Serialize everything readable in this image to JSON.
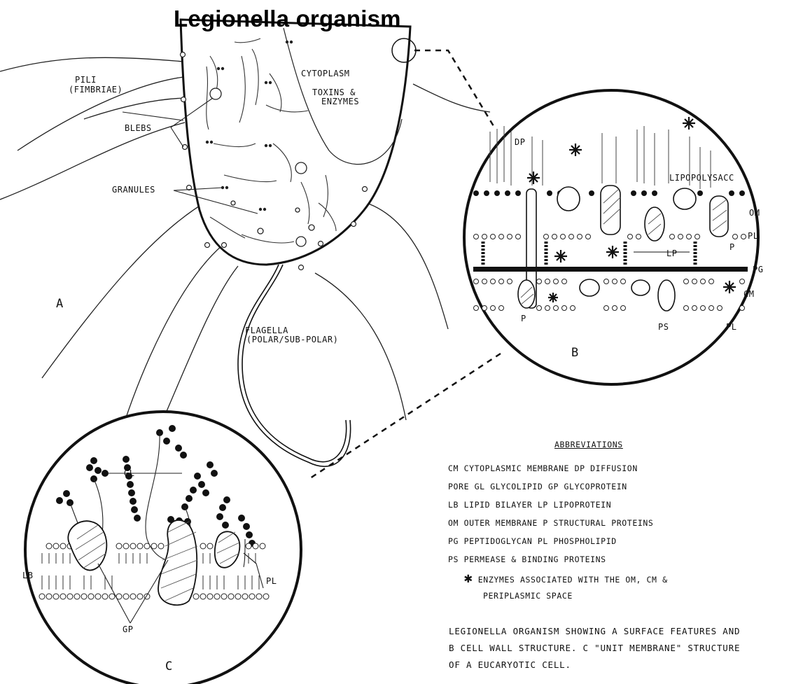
{
  "title": "Legionella organism",
  "labels": {
    "pili": "PILI",
    "fimbriae": "(FIMBRIAE)",
    "blebs": "BLEBS",
    "granules": "GRANULES",
    "cytoplasm": "CYTOPLASM",
    "toxins": "TOXINS &",
    "enzymes": "ENZYMES",
    "flagella": "FLAGELLA",
    "flagella_sub": "(POLAR/SUB-POLAR)",
    "panel_a": "A",
    "panel_b": "B",
    "panel_c": "C"
  },
  "panel_b_labels": {
    "dp": "DP",
    "lipopolysacc": "LIPOPOLYSACC",
    "om": "OM",
    "pl": "PL",
    "p": "P",
    "lp": "LP",
    "pg": "PG",
    "cm": "CM",
    "p_bottom": "P",
    "ps": "PS",
    "pl_bottom": "PL"
  },
  "panel_c_labels": {
    "gl": "GL",
    "lb": "LB",
    "pl": "PL",
    "gp": "GP"
  },
  "abbreviations": {
    "heading": "ABBREVIATIONS",
    "lines": [
      "CM CYTOPLASMIC MEMBRANE   DP DIFFUSION",
      "PORE   GL GLYCOLIPID   GP GLYCOPROTEIN",
      "LB LIPID BILAYER   LP LIPOPROTEIN",
      "OM OUTER MEMBRANE   P STRUCTURAL PROTEINS",
      "PG PEPTIDOGLYCAN   PL PHOSPHOLIPID",
      "PS PERMEASE & BINDING PROTEINS"
    ],
    "star_symbol": "✱",
    "star_line_1": "ENZYMES ASSOCIATED WITH THE OM, CM &",
    "star_line_2": "PERIPLASMIC SPACE"
  },
  "caption": [
    "LEGIONELLA ORGANISM SHOWING A SURFACE FEATURES AND",
    "B CELL WALL STRUCTURE.  C \"UNIT MEMBRANE\" STRUCTURE",
    "OF A EUCARYOTIC CELL."
  ]
}
